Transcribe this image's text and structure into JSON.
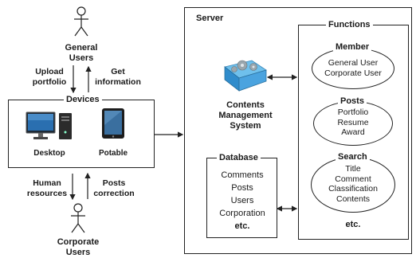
{
  "actors": {
    "general": [
      "General",
      "Users"
    ],
    "corporate": [
      "Corporate",
      "Users"
    ]
  },
  "flows": {
    "upload": [
      "Upload",
      "portfolio"
    ],
    "get_info": [
      "Get",
      "information"
    ],
    "human_resources": [
      "Human",
      "resources"
    ],
    "posts_correction": [
      "Posts",
      "correction"
    ]
  },
  "devices": {
    "title": "Devices",
    "desktop": "Desktop",
    "potable": "Potable"
  },
  "server": {
    "title": "Server",
    "cms": [
      "Contents",
      "Management",
      "System"
    ],
    "database": {
      "title": "Database",
      "items": [
        "Comments",
        "Posts",
        "Users",
        "Corporation"
      ],
      "etc": "etc."
    },
    "functions": {
      "title": "Functions",
      "member": {
        "title": "Member",
        "items": [
          "General User",
          "Corporate User"
        ]
      },
      "posts": {
        "title": "Posts",
        "items": [
          "Portfolio",
          "Resume",
          "Award"
        ]
      },
      "search": {
        "title": "Search",
        "items": [
          "Title",
          "Comment",
          "Classification",
          "Contents"
        ]
      },
      "etc": "etc."
    }
  },
  "colors": {
    "line": "#222222",
    "cms_blue": "#4aa3df",
    "gear_gray": "#9aa6ad",
    "monitor": "#2a6fb0"
  },
  "icons": [
    "actor-icon",
    "desktop-icon",
    "tablet-icon",
    "cms-gear-icon"
  ]
}
